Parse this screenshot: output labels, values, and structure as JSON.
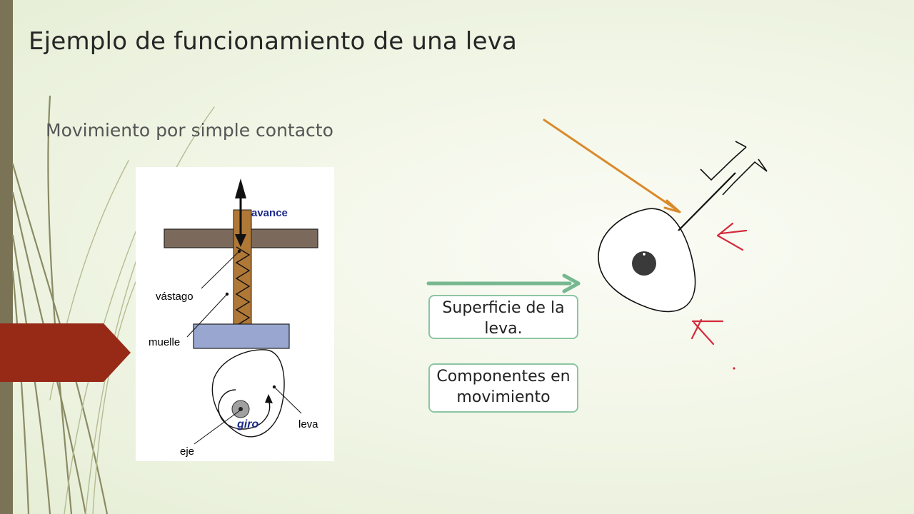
{
  "slide": {
    "title": "Ejemplo de funcionamiento de una leva",
    "subtitle": "Movimiento por simple contacto"
  },
  "cam_figure": {
    "labels": {
      "advance": "avance",
      "rod": "vástago",
      "spring": "muelle",
      "cam": "leva",
      "rotation": "giro",
      "shaft": "eje"
    }
  },
  "legend": {
    "surface_label": "Superficie de la leva.",
    "moving_label": "Componentes en movimiento"
  },
  "colors": {
    "accent_green_arrow": "#76b890",
    "orange_arrow": "#d98a2b",
    "red_annotation": "#d42a3c",
    "plate_brown": "#7b6a5b",
    "rod_brown": "#b07837",
    "follower_blue": "#98a6d0",
    "red_tab": "#962a17",
    "left_bar": "#7a7356"
  },
  "icons": [
    "grass-decoration-icon",
    "red-tab-icon",
    "arrow-up-icon",
    "arrow-right-icon",
    "red-arrow-icon"
  ]
}
